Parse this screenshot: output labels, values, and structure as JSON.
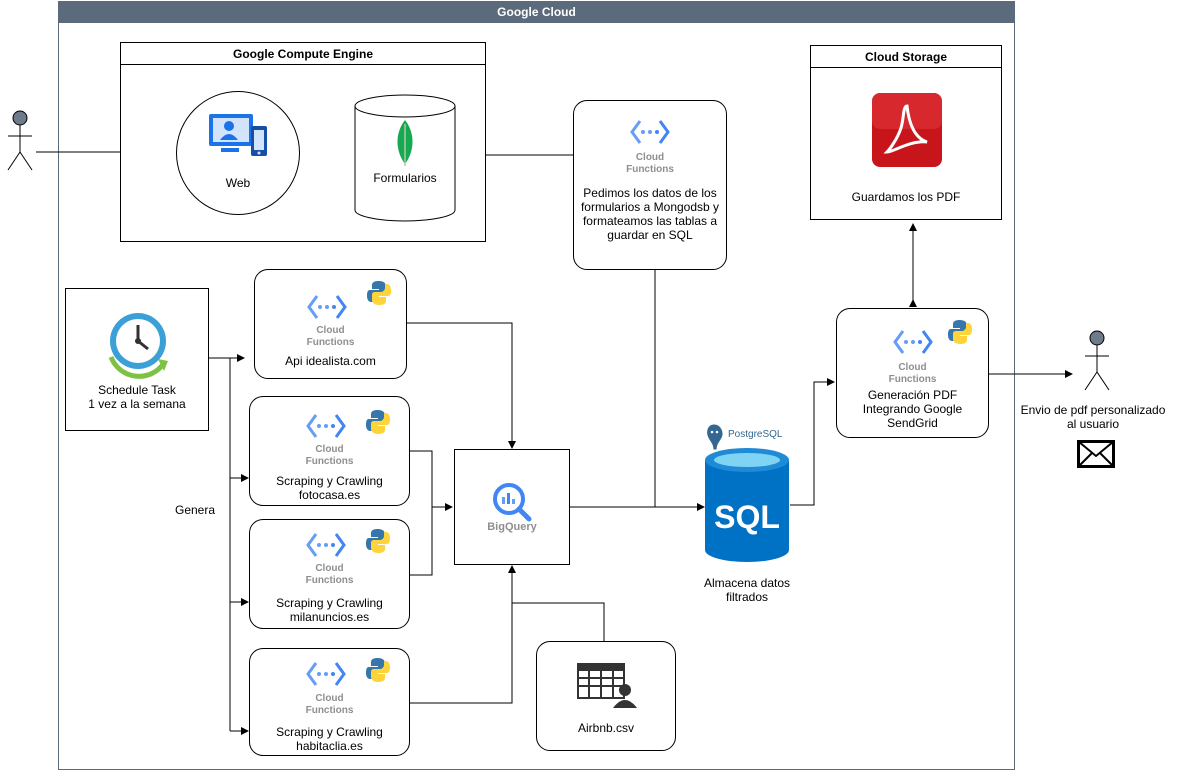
{
  "google_cloud": {
    "title": "Google Cloud"
  },
  "compute_engine": {
    "title": "Google Compute Engine",
    "web_label": "Web",
    "db_label": "Formularios"
  },
  "cloud_functions_caption": {
    "line1": "Cloud",
    "line2": "Functions"
  },
  "transform_fn": {
    "lines": [
      "Pedimos los datos de los",
      "formularios a Mongodsb y",
      "formateamos las tablas a",
      "guardar en SQL"
    ]
  },
  "cloud_storage": {
    "title": "Cloud Storage",
    "label": "Guardamos los PDF"
  },
  "schedule": {
    "line1": "Schedule Task",
    "line2": "1 vez a la semana"
  },
  "genera_label": "Genera",
  "scrapers": [
    {
      "line1": "Api idealista.com",
      "line2": ""
    },
    {
      "line1": "Scraping y Crawling",
      "line2": "fotocasa.es"
    },
    {
      "line1": "Scraping y Crawling",
      "line2": "milanuncios.es"
    },
    {
      "line1": "Scraping y Crawling",
      "line2": "habitaclia.es"
    }
  ],
  "bigquery": {
    "label": "BigQuery"
  },
  "airbnb": {
    "label": "Airbnb.csv"
  },
  "postgres": {
    "logo_text": "PostgreSQL",
    "sql_text": "SQL",
    "line1": "Almacena datos",
    "line2": "filtrados"
  },
  "pdf_fn": {
    "line1": "Generación PDF",
    "line2": "Integrando Google",
    "line3": "SendGrid"
  },
  "recipient": {
    "line1": "Envio de pdf personalizado",
    "line2": "al usuario"
  },
  "colors": {
    "header": "#5b6b7c",
    "cf_blue": "#669df6",
    "cf_dark": "#4285f4",
    "pdf_red": "#c8151b",
    "sql_blue": "#0072c6",
    "clock_green": "#7dc242"
  }
}
